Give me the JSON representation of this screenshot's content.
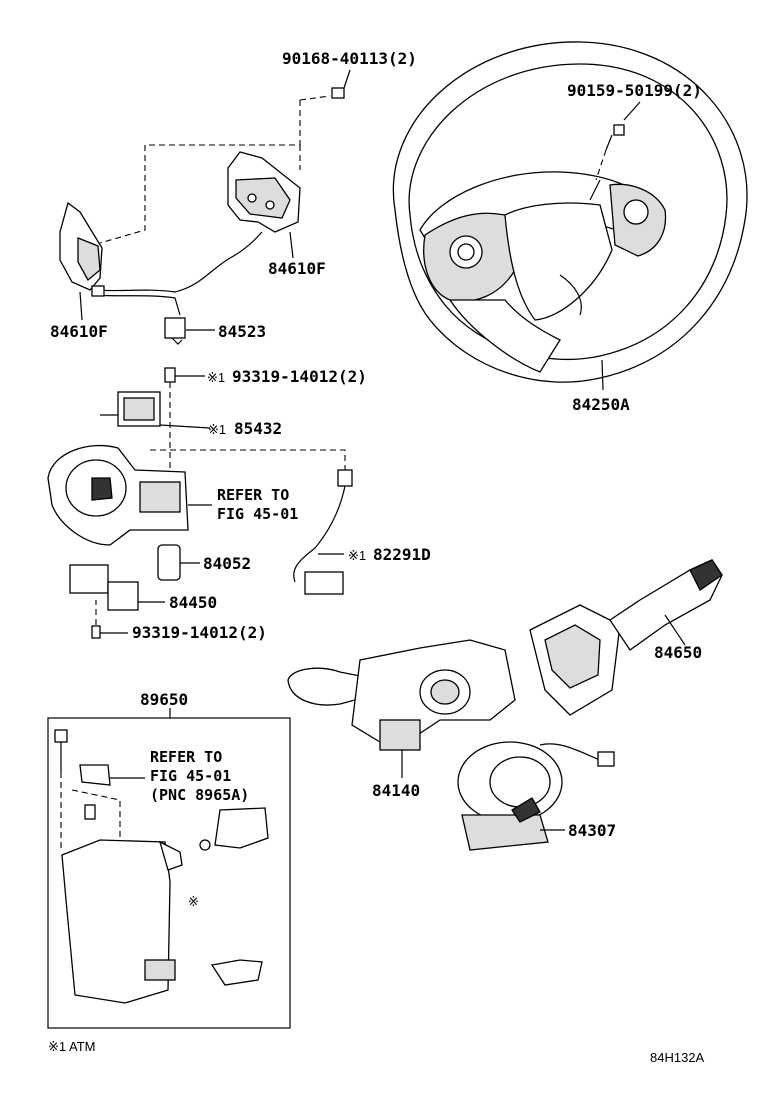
{
  "labels": {
    "screw_top": "90168-40113(2)",
    "screw_right": "90159-50199(2)",
    "paddle_right": "84610F",
    "paddle_left": "84610F",
    "harness": "84523",
    "steering_wheel": "84250A",
    "screw_switch": "93319-14012(2)",
    "screw_switch_mark": "※1",
    "part_85432": "85432",
    "part_85432_mark": "※1",
    "refer_line1": "REFER TO",
    "refer_line2": "FIG 45-01",
    "wire_82291D": "82291D",
    "wire_82291D_mark": "※1",
    "part_84052": "84052",
    "part_84450": "84450",
    "screw_bottom": "93319-14012(2)",
    "lever_84650": "84650",
    "lock_assy": "89650",
    "refer2_line1": "REFER TO",
    "refer2_line2": "FIG 45-01",
    "refer2_line3": "(PNC 8965A)",
    "box_mark": "※",
    "combo_84140": "84140",
    "spiral_84307": "84307",
    "footnote": "※1 ATM",
    "figure_id": "84H132A"
  }
}
